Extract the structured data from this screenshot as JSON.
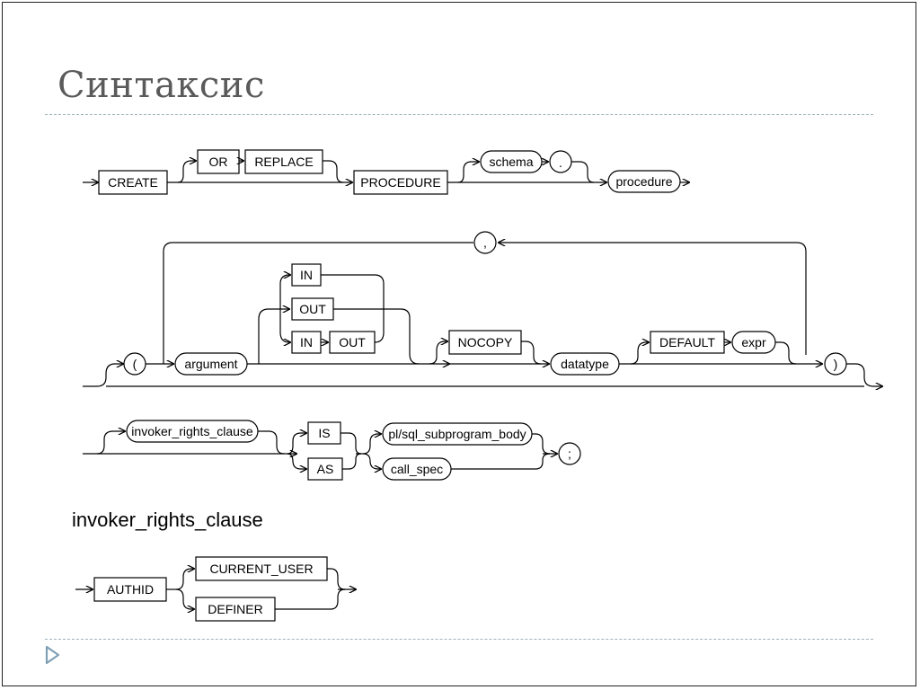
{
  "slide": {
    "title": "Синтаксис",
    "subtitle": "invoker_rights_clause"
  },
  "diagram": {
    "row1": {
      "create": "CREATE",
      "or": "OR",
      "replace": "REPLACE",
      "procedure_kw": "PROCEDURE",
      "schema": "schema",
      "dot": ".",
      "procedure": "procedure"
    },
    "row2": {
      "comma": ",",
      "lparen": "(",
      "argument": "argument",
      "in1": "IN",
      "out1": "OUT",
      "in2": "IN",
      "out2": "OUT",
      "nocopy": "NOCOPY",
      "datatype": "datatype",
      "default": "DEFAULT",
      "expr": "expr",
      "rparen": ")"
    },
    "row3": {
      "invoker": "invoker_rights_clause",
      "is": "IS",
      "as": "AS",
      "body": "pl/sql_subprogram_body",
      "call_spec": "call_spec",
      "semicolon": ";"
    },
    "row4": {
      "authid": "AUTHID",
      "current_user": "CURRENT_USER",
      "definer": "DEFINER"
    }
  },
  "colors": {
    "title": "#5a5a5a",
    "rule": "#9fb3bd",
    "nav_arrow": "#7fa0b4"
  },
  "icons": {
    "nav": "play-triangle-icon"
  }
}
